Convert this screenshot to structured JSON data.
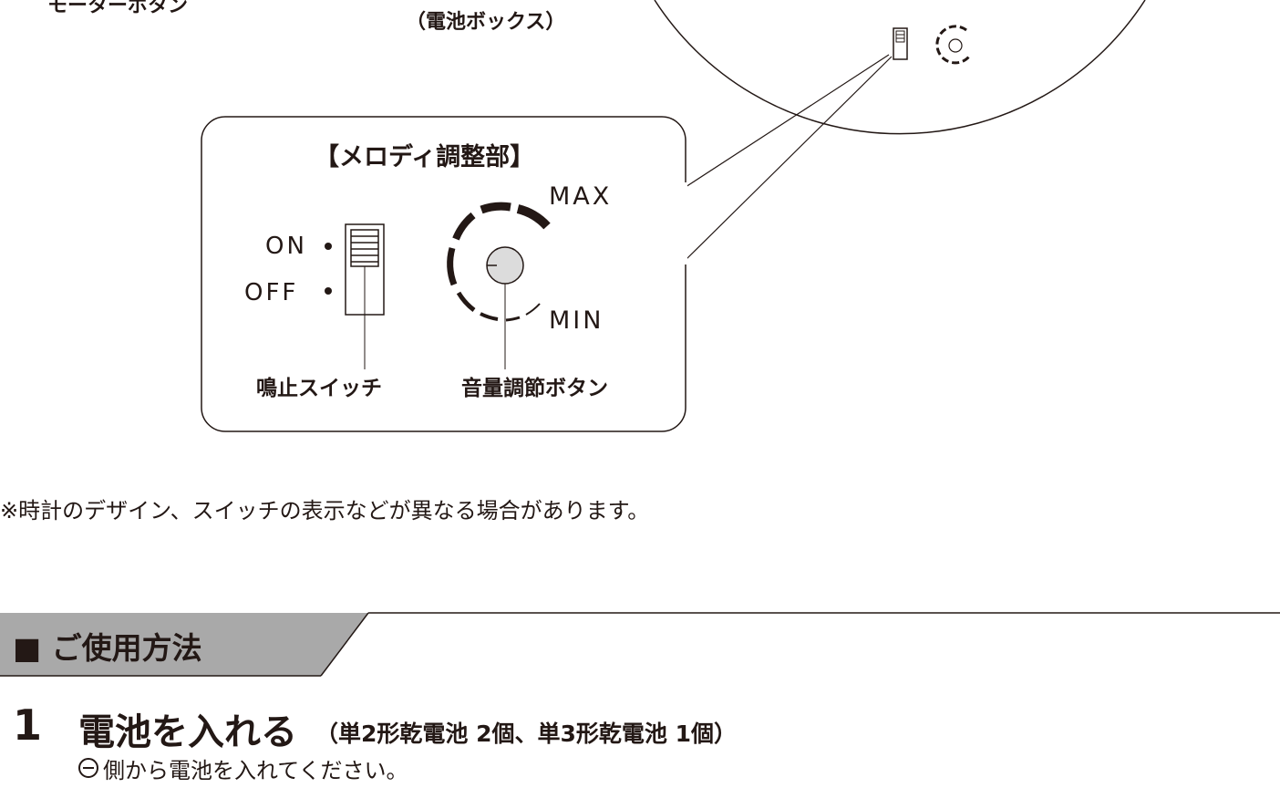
{
  "top_labels": {
    "monitor_button": "モーターボタン",
    "battery_box": "（電池ボックス）"
  },
  "callout": {
    "title": "【メロディ調整部】",
    "max_label": "MAX",
    "min_label": "MIN",
    "on_label": "ON",
    "off_label": "OFF",
    "switch_caption": "鳴止スイッチ",
    "volume_caption": "音量調節ボタン"
  },
  "note": "※時計のデザイン、スイッチの表示などが異なる場合があります。",
  "section": {
    "title": "■ ご使用方法"
  },
  "step": {
    "number": "1",
    "title": "電池を入れる",
    "subtitle": "（単2形乾電池 2個、単3形乾電池 1個）",
    "instruction": "側から電池を入れてください。"
  },
  "colors": {
    "ink": "#231815",
    "section_band": "#a9a9a9"
  }
}
